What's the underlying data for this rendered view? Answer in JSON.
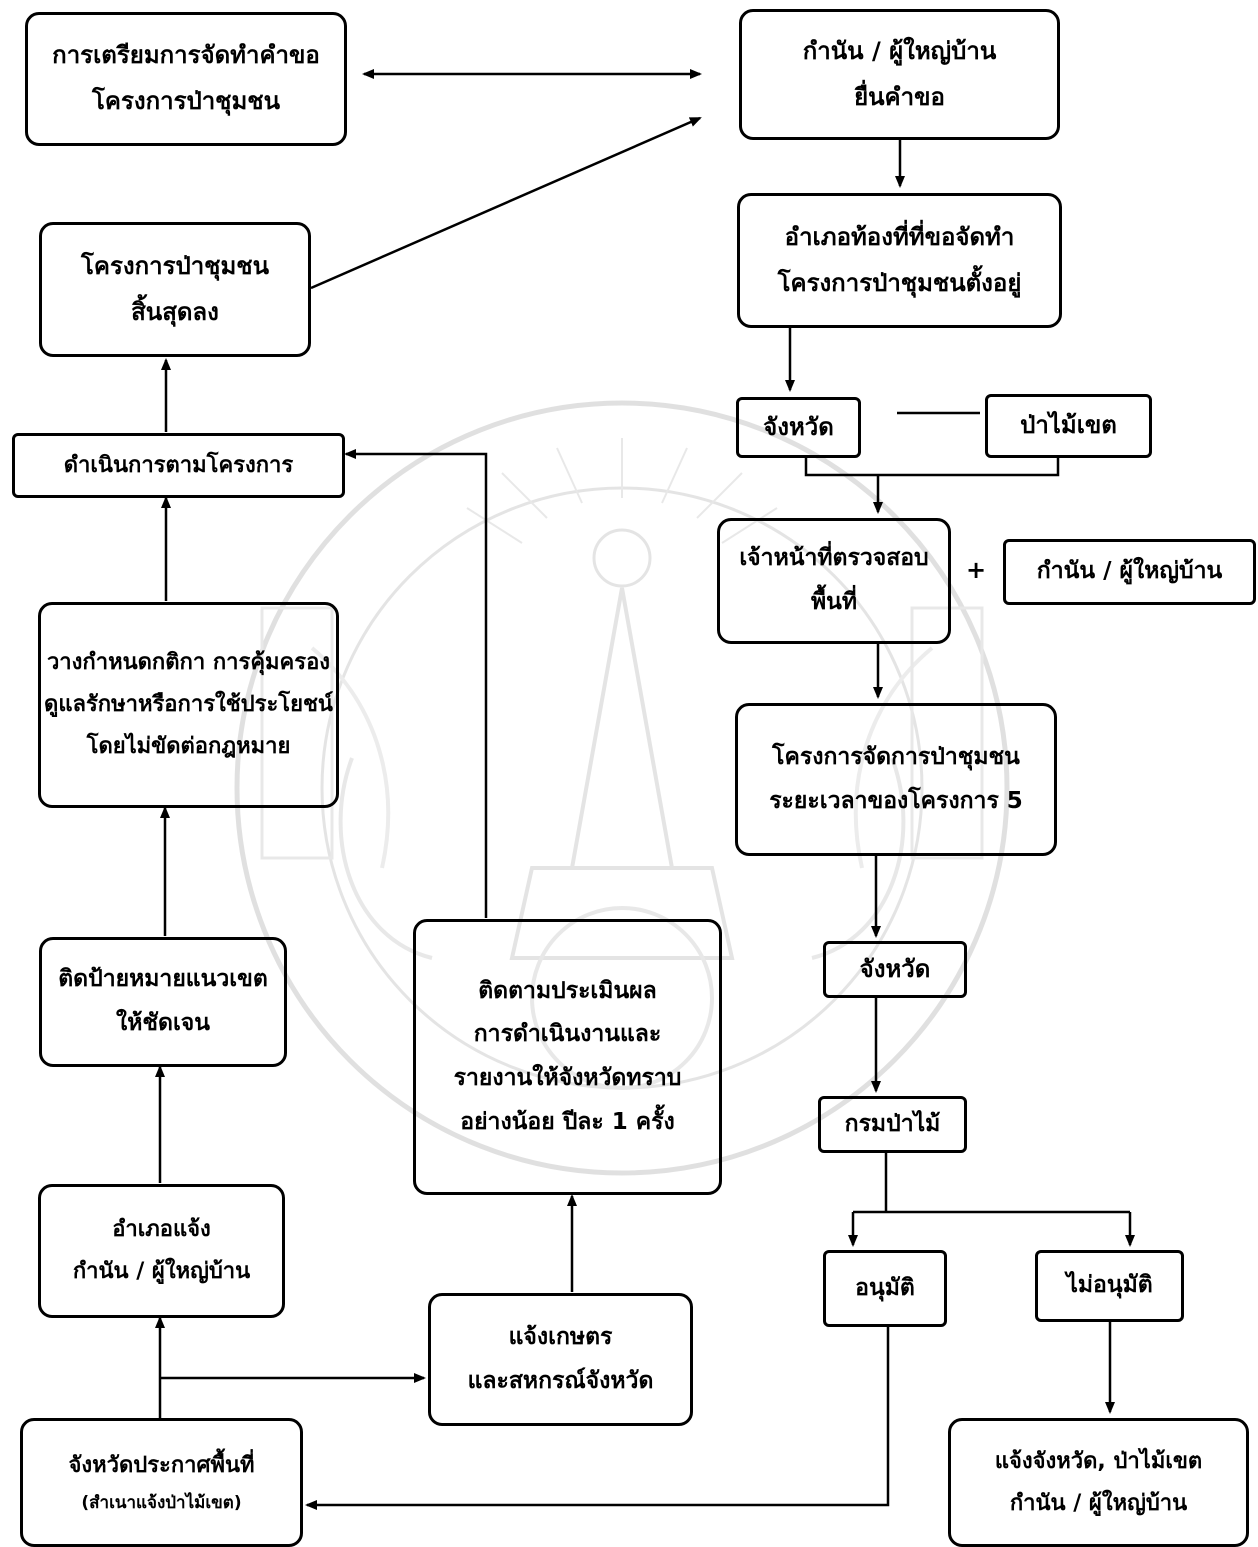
{
  "nodes": {
    "prepare_request": [
      "การเตรียมการจัดทำคำขอ",
      "โครงการป่าชุมชน"
    ],
    "headman_submit": [
      "กำนัน / ผู้ใหญ่บ้าน",
      "ยื่นคำขอ"
    ],
    "district_office": [
      "อำเภอท้องที่ที่ขอจัดทำ",
      "โครงการป่าชุมชนตั้งอยู่"
    ],
    "province_1": "จังหวัด",
    "regional_forest": "ป่าไม้เขต",
    "officer_inspect": [
      "เจ้าหน้าที่ตรวจสอบ",
      "พื้นที่"
    ],
    "plus_sign": "+",
    "headman_right": "กำนัน / ผู้ใหญ่บ้าน",
    "community_project": [
      "โครงการจัดการป่าชุมชน",
      "ระยะเวลาของโครงการ 5"
    ],
    "province_2": "จังหวัด",
    "royal_forest_dept": "กรมป่าไม้",
    "approved": "อนุมัติ",
    "not_approved": "ไม่อนุมัติ",
    "notify_rejection": [
      "แจ้งจังหวัด, ป่าไม้เขต",
      "กำนัน / ผู้ใหญ่บ้าน"
    ],
    "project_ended": [
      "โครงการป่าชุมชน",
      "สิ้นสุดลง"
    ],
    "operate_project": "ดำเนินการตามโครงการ",
    "set_rules": [
      "วางกำหนดกติกา การคุ้มครอง",
      "ดูแลรักษาหรือการใช้ประโยชน์",
      "โดยไม่ขัดต่อกฎหมาย"
    ],
    "boundary_signs": [
      "ติดป้ายหมายแนวเขต",
      "ให้ชัดเจน"
    ],
    "monitor_evaluate": [
      "ติดตามประเมินผล",
      "การดำเนินงานและ",
      "รายงานให้จังหวัดทราบ",
      "อย่างน้อย ปีละ 1 ครั้ง"
    ],
    "district_notify": [
      "อำเภอแจ้ง",
      "กำนัน / ผู้ใหญ่บ้าน"
    ],
    "notify_agri_coop": [
      "แจ้งเกษตร",
      "และสหกรณ์จังหวัด"
    ],
    "province_announce": {
      "main": "จังหวัดประกาศพื้นที่",
      "sub": "(สำเนาแจ้งป่าไม้เขต)"
    }
  },
  "watermark": "university-seal"
}
